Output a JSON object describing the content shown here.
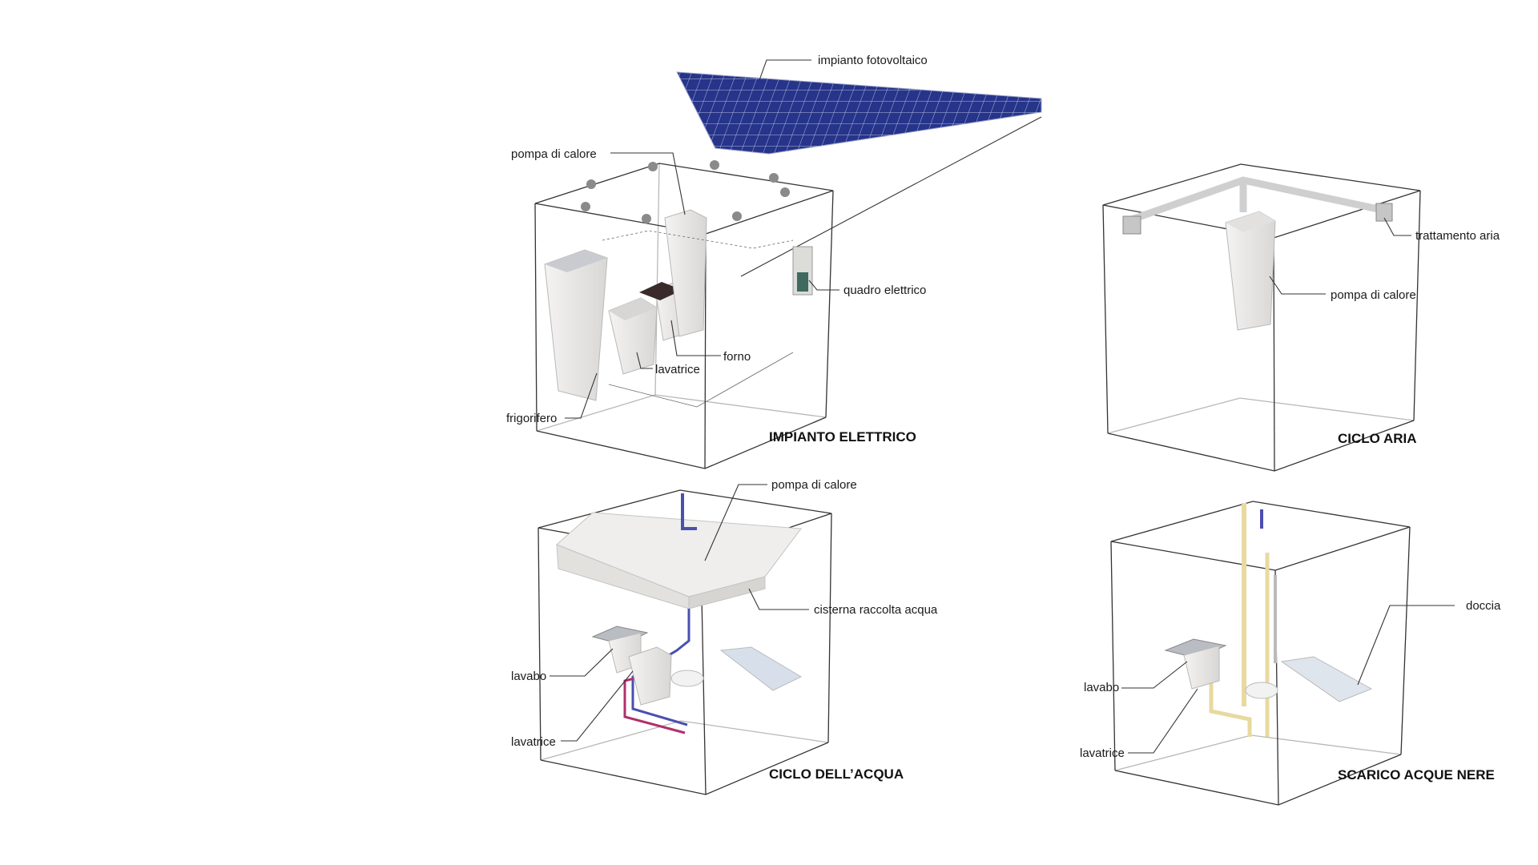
{
  "panels": {
    "electric": {
      "title": "IMPIANTO ELETTRICO",
      "labels": {
        "photovoltaic": "impianto fotovoltaico",
        "heat_pump": "pompa di calore",
        "electric_panel": "quadro elettrico",
        "oven": "forno",
        "washing_machine": "lavatrice",
        "fridge": "frigorifero"
      }
    },
    "air": {
      "title": "CICLO ARIA",
      "labels": {
        "air_treatment": "trattamento aria",
        "heat_pump": "pompa di calore"
      }
    },
    "water": {
      "title": "CICLO DELL’ACQUA",
      "labels": {
        "heat_pump": "pompa di calore",
        "cistern": "cisterna raccolta acqua",
        "sink": "lavabo",
        "washing_machine": "lavatrice"
      }
    },
    "sewage": {
      "title": "SCARICO ACQUE NERE",
      "labels": {
        "shower": "doccia",
        "sink": "lavabo",
        "washing_machine": "lavatrice"
      }
    }
  },
  "colors": {
    "outline": "#333333",
    "solar_panel": "#2b3a8f",
    "appliance": "#ecebea",
    "pipe_blue": "#4a4fb0",
    "pipe_red": "#b0306a",
    "pipe_yellow": "#e8d9a0"
  }
}
